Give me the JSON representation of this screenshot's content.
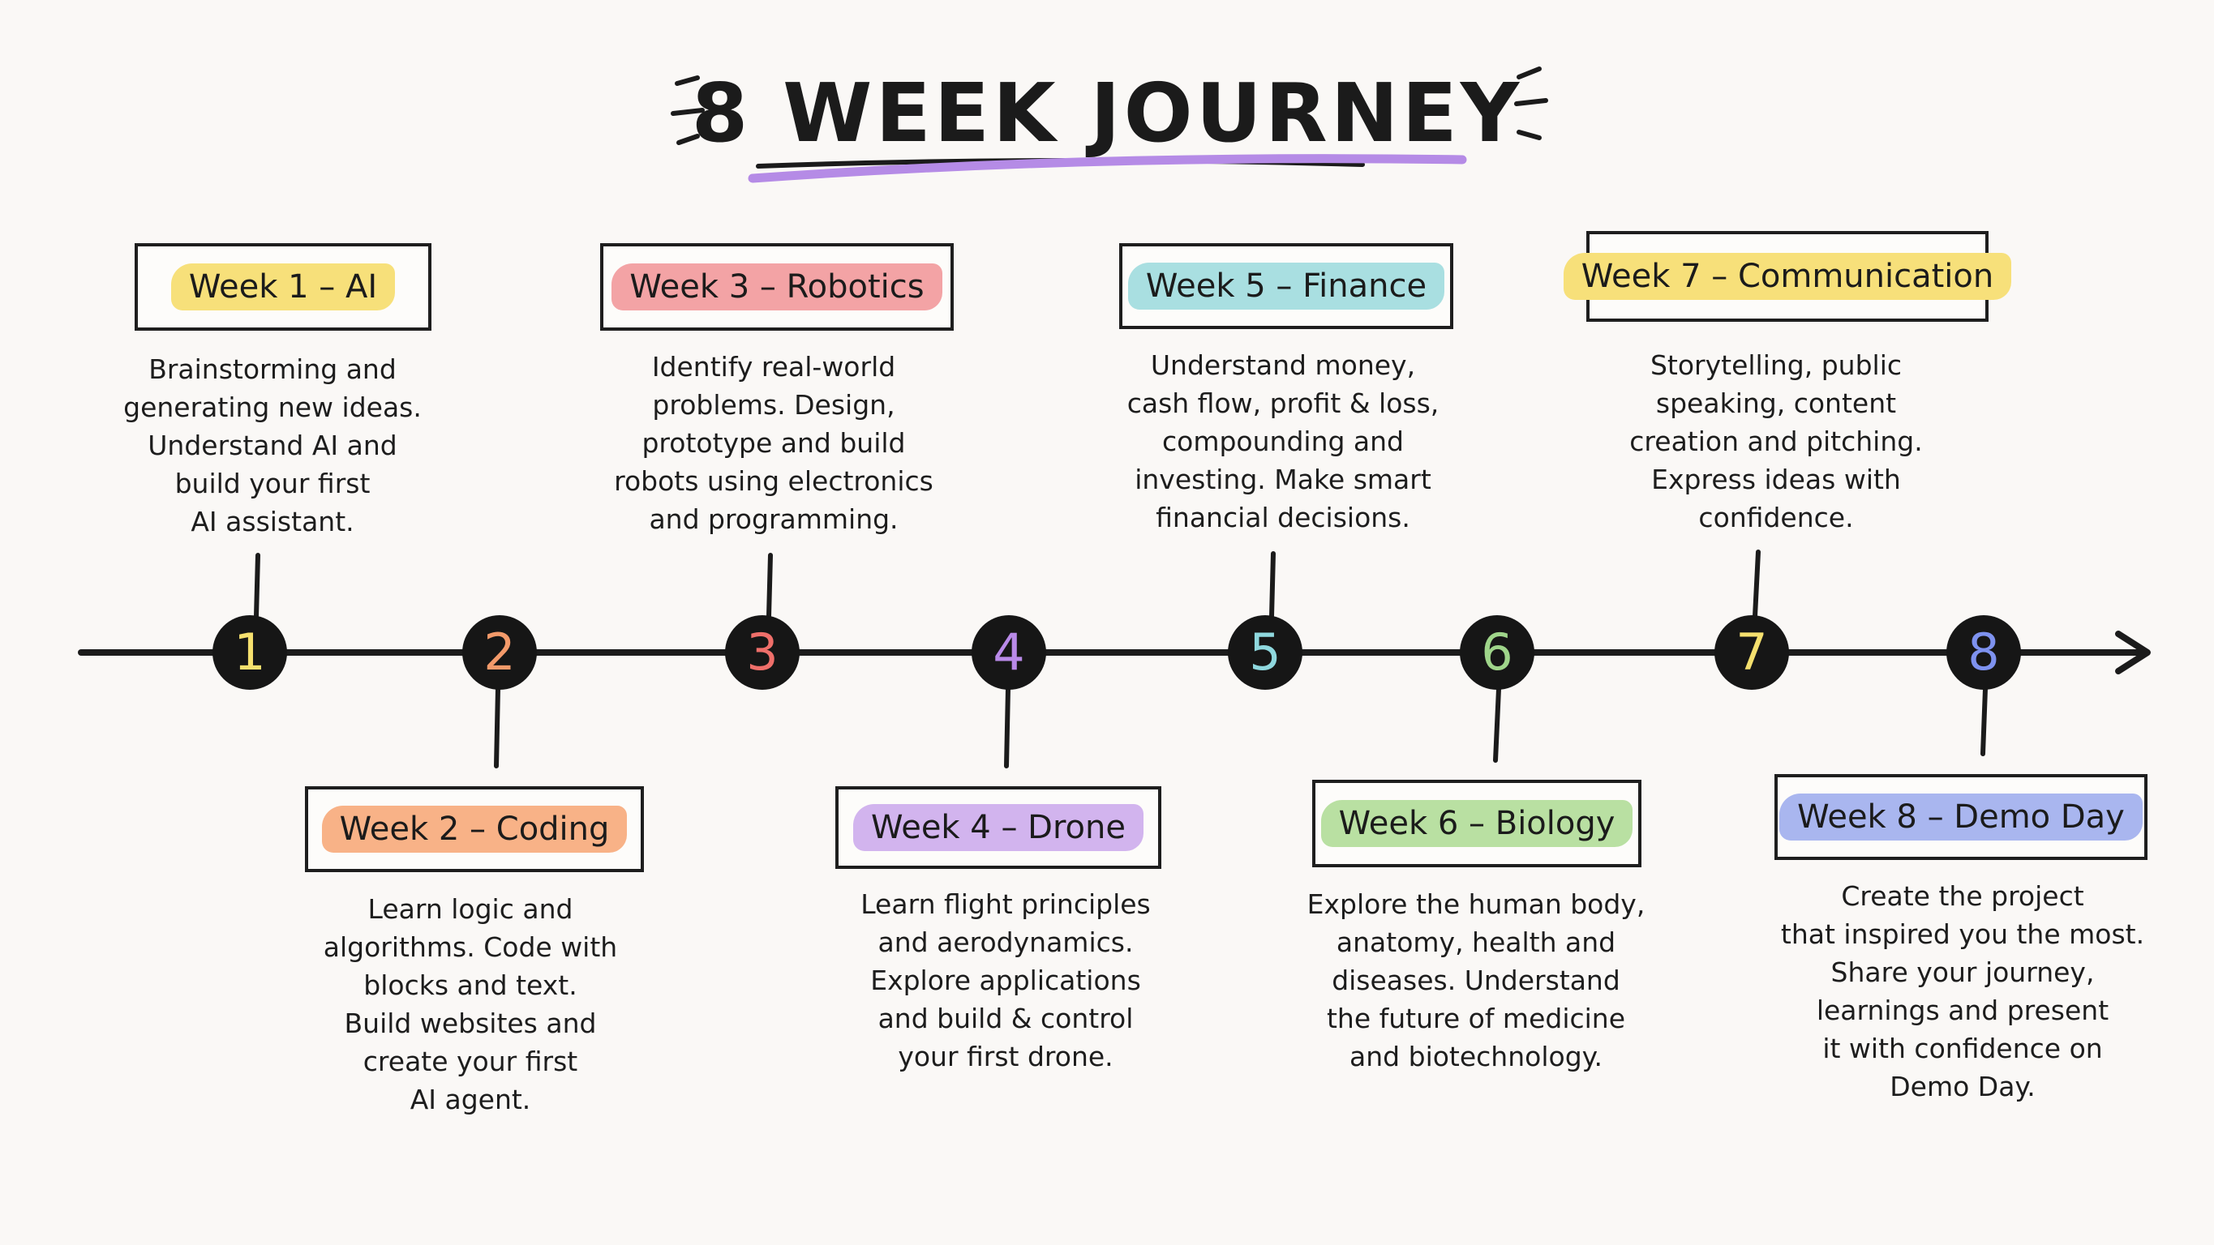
{
  "title": "8 WEEK JOURNEY",
  "colors": {
    "underline": "#b58be6",
    "ink": "#1b1b1b",
    "node_fill": "#161616"
  },
  "weeks": [
    {
      "number": "1",
      "label": "Week 1 – AI",
      "color": "#f7e07a",
      "num_color": "#f5e06e",
      "lines": [
        "Brainstorming and",
        "generating new ideas.",
        "Understand AI and",
        "build your first",
        "AI assistant."
      ]
    },
    {
      "number": "2",
      "label": "Week 2 – Coding",
      "color": "#f8b287",
      "num_color": "#f39a6a",
      "lines": [
        "Learn logic and",
        "algorithms. Code with",
        "blocks and text.",
        "Build websites and",
        "create your first",
        "AI agent."
      ]
    },
    {
      "number": "3",
      "label": "Week 3 – Robotics",
      "color": "#f3a3a5",
      "num_color": "#ef6f6a",
      "lines": [
        "Identify real-world",
        "problems. Design,",
        "prototype and build",
        "robots using electronics",
        "and programming."
      ]
    },
    {
      "number": "4",
      "label": "Week 4 – Drone",
      "color": "#d2b4ee",
      "num_color": "#b98ae8",
      "lines": [
        "Learn flight principles",
        "and aerodynamics.",
        "Explore applications",
        "and build & control",
        "your first drone."
      ]
    },
    {
      "number": "5",
      "label": "Week 5 – Finance",
      "color": "#a9dfe1",
      "num_color": "#8fd8de",
      "lines": [
        "Understand money,",
        "cash flow, profit & loss,",
        "compounding and",
        "investing. Make smart",
        "financial decisions."
      ]
    },
    {
      "number": "6",
      "label": "Week 6 – Biology",
      "color": "#b9e0a2",
      "num_color": "#9fd58a",
      "lines": [
        "Explore the human body,",
        "anatomy, health and",
        "diseases. Understand",
        "the future of medicine",
        "and biotechnology."
      ]
    },
    {
      "number": "7",
      "label": "Week 7 – Communication",
      "color": "#f7e07a",
      "num_color": "#f5e06e",
      "lines": [
        "Storytelling, public",
        "speaking, content",
        "creation and pitching.",
        "Express ideas with",
        "confidence."
      ]
    },
    {
      "number": "8",
      "label": "Week 8 – Demo Day",
      "color": "#a9b6ef",
      "num_color": "#7e92ef",
      "lines": [
        "Create the project",
        "that inspired you the most.",
        "Share your journey,",
        "learnings and present",
        "it with confidence on",
        "Demo Day."
      ]
    }
  ]
}
